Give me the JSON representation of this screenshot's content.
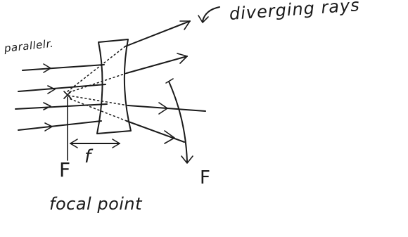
{
  "labels": {
    "parallel_rays": "parallelr.",
    "diverging_rays": "diverging rays",
    "focal_point_left": "F",
    "focal_length": "f",
    "focal_point_right": "F",
    "focal_point": "focal point"
  },
  "colors": {
    "ink": "#1a1a1a",
    "background": "#ffffff"
  }
}
